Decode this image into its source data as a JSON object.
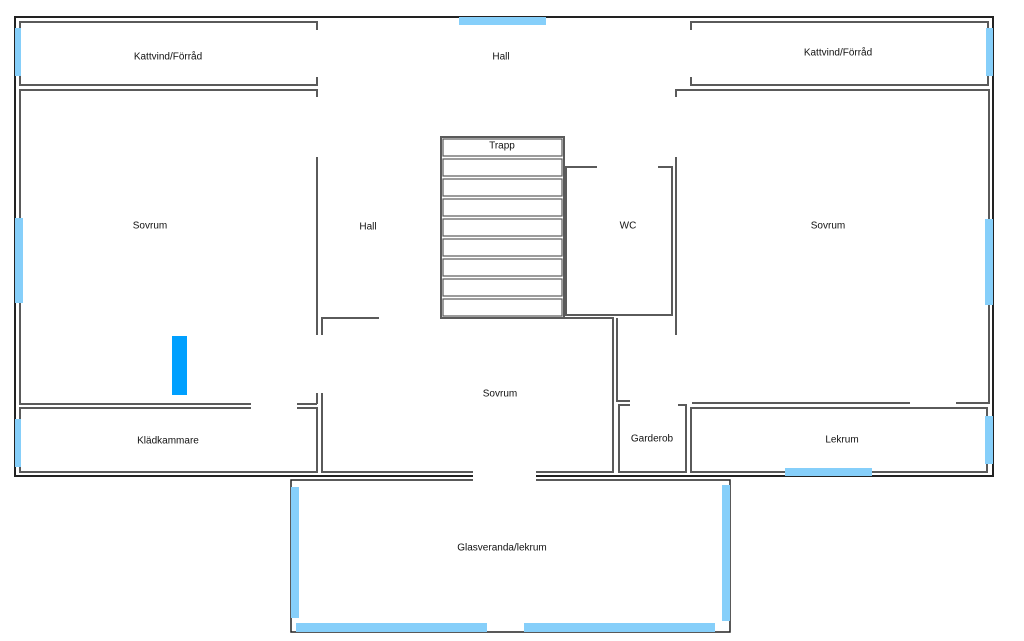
{
  "rooms": {
    "storage_left": "Kattvind/Förråd",
    "hall_top": "Hall",
    "storage_right": "Kattvind/Förråd",
    "bedroom_left": "Sovrum",
    "hall_left": "Hall",
    "stairs": "Trapp",
    "wc": "WC",
    "bedroom_right": "Sovrum",
    "bedroom_center": "Sovrum",
    "walk_in_closet": "Klädkammare",
    "wardrobe": "Garderob",
    "playroom": "Lekrum",
    "glass_veranda": "Glasveranda/lekrum"
  },
  "colors": {
    "window": "#86cffa",
    "marker": "#00a0ff",
    "wall": "#5a5a5a"
  }
}
